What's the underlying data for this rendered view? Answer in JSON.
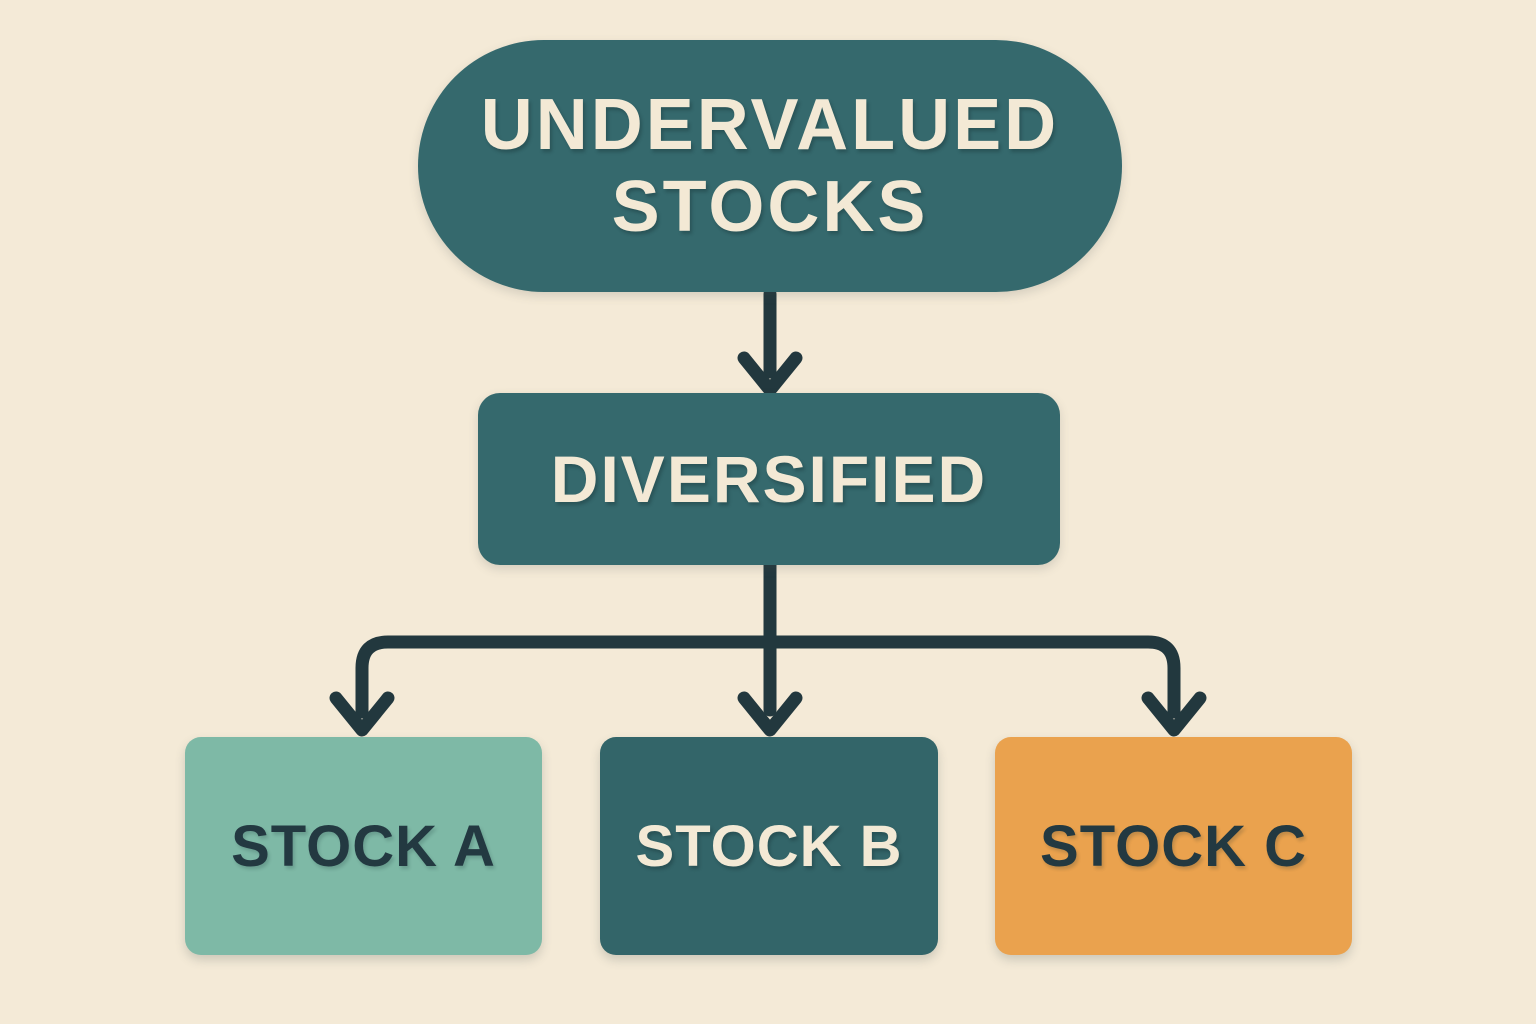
{
  "page": {
    "background": "#f4ead7"
  },
  "diagram": {
    "type": "flowchart",
    "connector_color": "#22383e",
    "nodes": {
      "root": {
        "label": "UNDERVALUED STOCKS",
        "shape": "pill",
        "fill": "#35696d",
        "text_color": "#f3e9d5"
      },
      "strategy": {
        "label": "DIVERSIFIED",
        "shape": "rounded-rect",
        "fill": "#35696d",
        "text_color": "#f3e9d5"
      },
      "stock_a": {
        "label": "STOCK A",
        "shape": "rounded-rect",
        "fill": "#7eb9a6",
        "text_color": "#233941"
      },
      "stock_b": {
        "label": "STOCK B",
        "shape": "rounded-rect",
        "fill": "#336569",
        "text_color": "#f3e9d5"
      },
      "stock_c": {
        "label": "STOCK C",
        "shape": "rounded-rect",
        "fill": "#eaa24e",
        "text_color": "#233941"
      }
    },
    "edges": [
      {
        "from": "root",
        "to": "strategy"
      },
      {
        "from": "strategy",
        "to": "stock_a"
      },
      {
        "from": "strategy",
        "to": "stock_b"
      },
      {
        "from": "strategy",
        "to": "stock_c"
      }
    ]
  }
}
